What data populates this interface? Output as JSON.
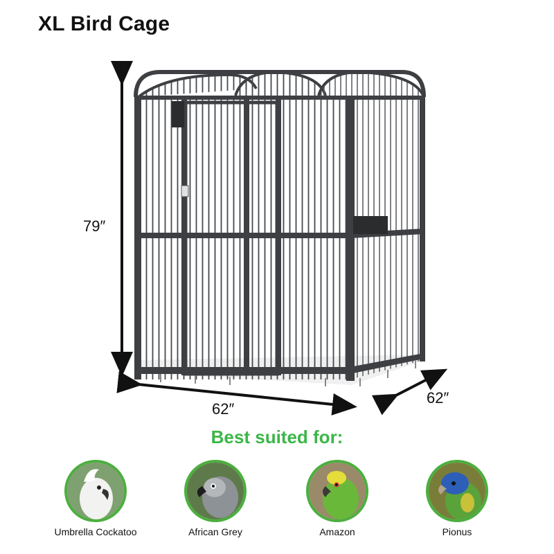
{
  "title": "XL Bird Cage",
  "dimensions": {
    "height": "79″",
    "width": "62″",
    "depth": "62″"
  },
  "suited_heading": "Best suited for:",
  "birds": [
    {
      "name": "Umbrella Cockatoo",
      "icon": "cockatoo-photo"
    },
    {
      "name": "African Grey",
      "icon": "african-grey-photo"
    },
    {
      "name": "Amazon",
      "icon": "amazon-parrot-photo"
    },
    {
      "name": "Pionus",
      "icon": "pionus-photo"
    }
  ],
  "colors": {
    "accent_green": "#3cb648",
    "ring_green": "#4caf3f",
    "cage_metal": "#3d3f42"
  }
}
